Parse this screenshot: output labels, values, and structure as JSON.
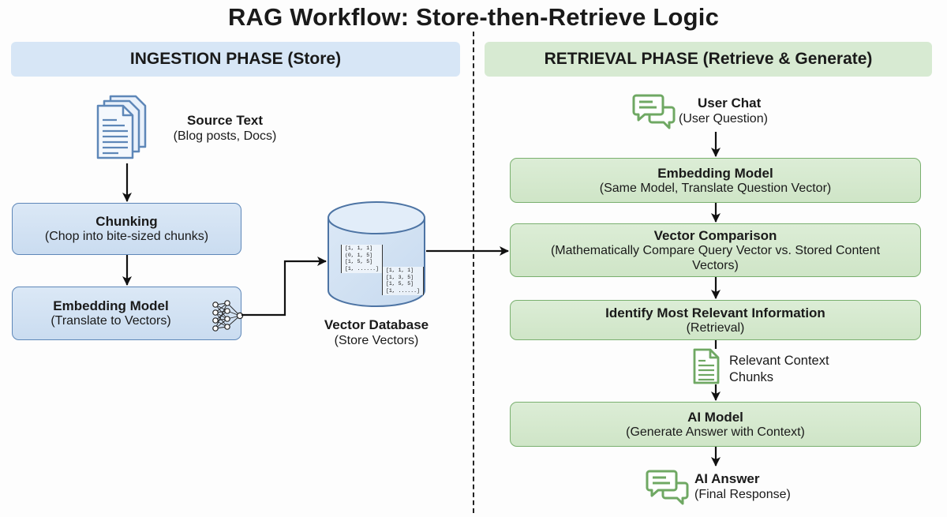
{
  "title": "RAG Workflow: Store-then-Retrieve Logic",
  "colors": {
    "ingestion_accent": "#5e87b8",
    "ingestion_fill": "#d7e6f6",
    "retrieval_accent": "#6fa863",
    "retrieval_fill": "#d7ead2",
    "arrow": "#111111"
  },
  "ingestion": {
    "header": "INGESTION PHASE (Store)",
    "source": {
      "title": "Source Text",
      "subtitle": "(Blog posts, Docs)",
      "icon": "documents-icon"
    },
    "chunking": {
      "title": "Chunking",
      "subtitle": "(Chop into bite-sized chunks)"
    },
    "embedding": {
      "title": "Embedding Model",
      "subtitle": "(Translate to Vectors)",
      "icon": "neural-network-icon"
    },
    "database": {
      "title": "Vector Database",
      "subtitle": "(Store Vectors)",
      "icon": "database-icon",
      "vector_a": [
        "[1, 1, 1]",
        "(0, 1, 5]",
        "[1, 5, 5]",
        "[1, ......]"
      ],
      "vector_b": [
        "[1, 1, 1]",
        "[1, 3, 5]",
        "[1, 5, 5]",
        "[1, ......]"
      ]
    }
  },
  "retrieval": {
    "header": "RETRIEVAL PHASE (Retrieve & Generate)",
    "user_chat": {
      "title": "User Chat",
      "subtitle": "(User Question)",
      "icon": "chat-icon"
    },
    "embedding": {
      "title": "Embedding Model",
      "subtitle": "(Same Model, Translate Question Vector)"
    },
    "comparison": {
      "title": "Vector Comparison",
      "subtitle": "(Mathematically Compare Query Vector vs. Stored Content Vectors)"
    },
    "identify": {
      "title": "Identify Most Relevant Information",
      "subtitle": "(Retrieval)"
    },
    "context": {
      "label_line1": "Relevant Context",
      "label_line2": "Chunks",
      "icon": "document-icon"
    },
    "ai_model": {
      "title": "AI Model",
      "subtitle": "(Generate Answer with Context)"
    },
    "answer": {
      "title": "AI Answer",
      "subtitle": "(Final Response)",
      "icon": "chat-icon"
    }
  }
}
